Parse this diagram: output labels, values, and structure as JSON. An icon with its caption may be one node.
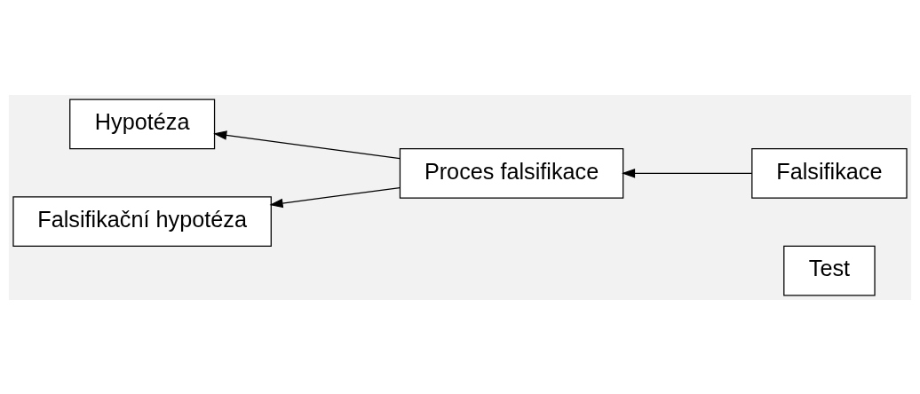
{
  "diagram": {
    "nodes": [
      {
        "text": [
          "Test"
        ]
      },
      {
        "text": [
          "Hypotéza"
        ]
      },
      {
        "text": [
          "Falsifikace"
        ]
      },
      {
        "text": [
          "Falsifikační hypotéza"
        ]
      },
      {
        "text": [
          "Proces falsifikace"
        ]
      }
    ],
    "edges": [
      {
        "from": 2,
        "to": 4,
        "arrow": "to"
      },
      {
        "from": 4,
        "to": 1,
        "arrow": "to"
      },
      {
        "from": 4,
        "to": 3,
        "arrow": "to"
      }
    ]
  }
}
